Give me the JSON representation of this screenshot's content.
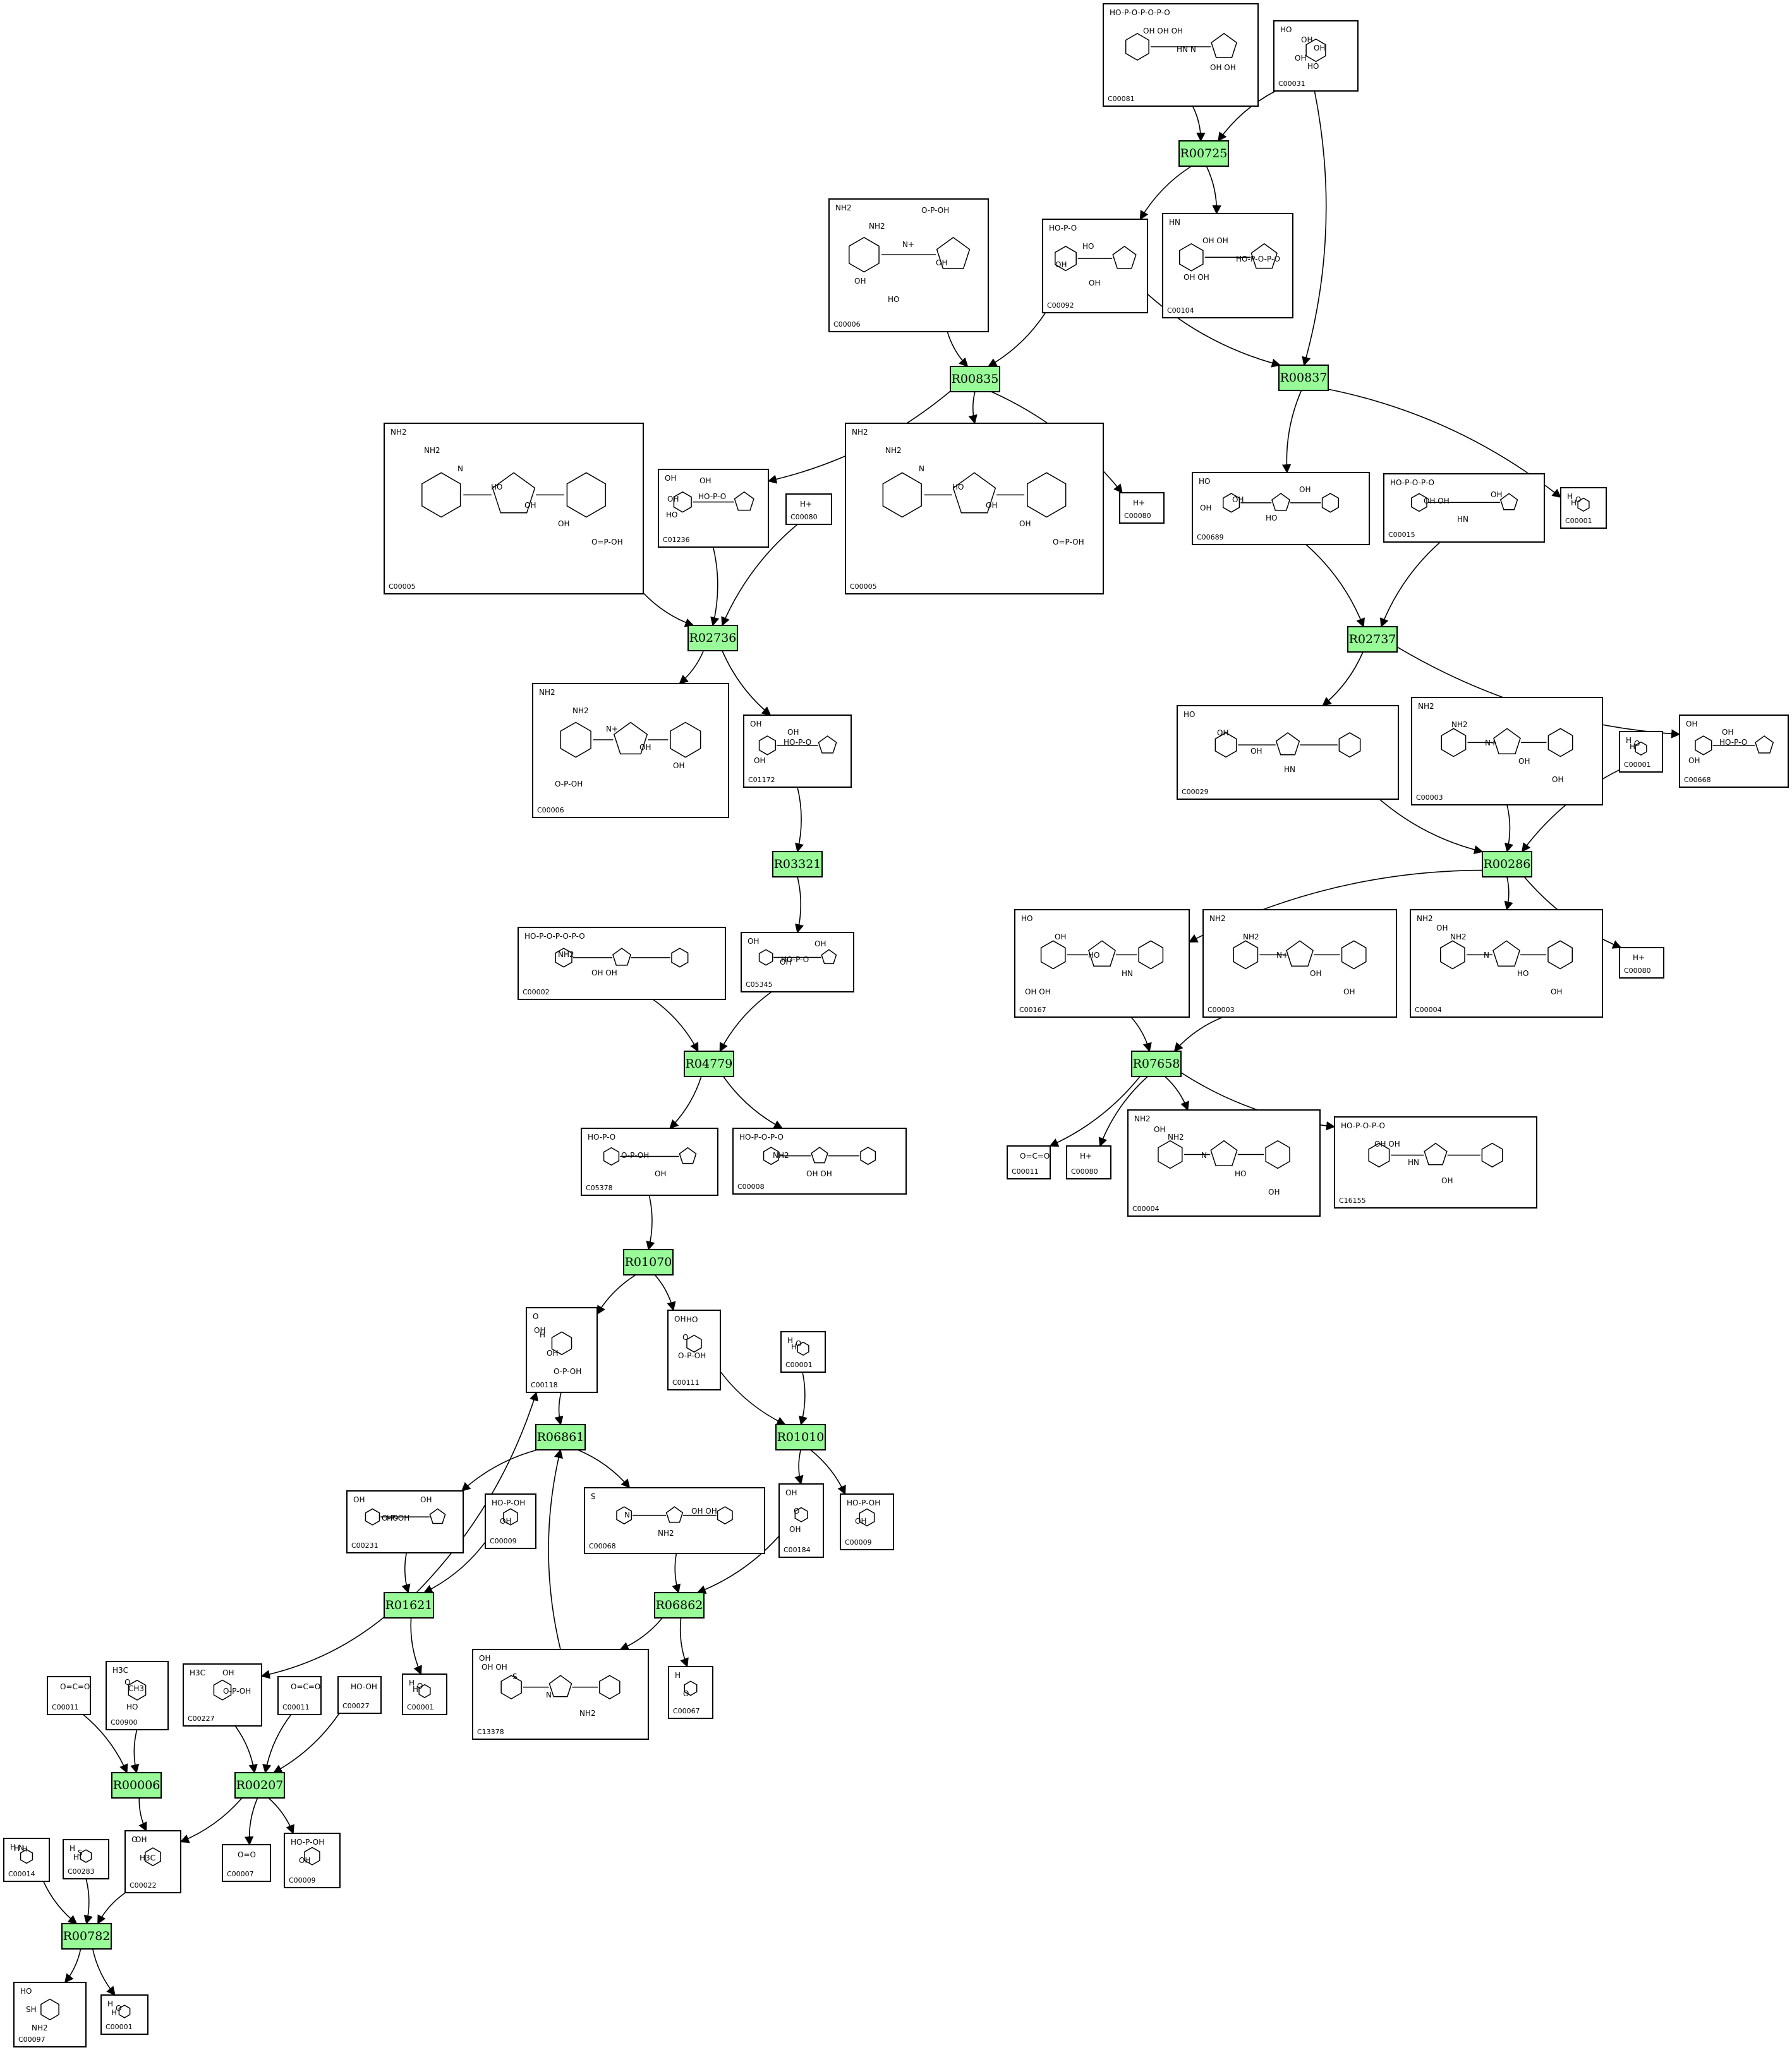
{
  "reactions": [
    {
      "id": "r1",
      "label": "R00725"
    },
    {
      "id": "r2",
      "label": "R00835"
    },
    {
      "id": "r3",
      "label": "R00837"
    },
    {
      "id": "r4",
      "label": "R02736"
    },
    {
      "id": "r5",
      "label": "R02737"
    },
    {
      "id": "r6",
      "label": "R03321"
    },
    {
      "id": "r7",
      "label": "R00286"
    },
    {
      "id": "r8",
      "label": "R04779"
    },
    {
      "id": "r9",
      "label": "R07658"
    },
    {
      "id": "r10",
      "label": "R01070"
    },
    {
      "id": "r11",
      "label": "R06861"
    },
    {
      "id": "r12",
      "label": "R01010"
    },
    {
      "id": "r13",
      "label": "R01621"
    },
    {
      "id": "r14",
      "label": "R06862"
    },
    {
      "id": "r15",
      "label": "R00006"
    },
    {
      "id": "r16",
      "label": "R00207"
    },
    {
      "id": "r17",
      "label": "R00782"
    }
  ],
  "compounds": [
    {
      "id": "c1",
      "label": "C00081",
      "atoms": [
        "HO-P-O-P-O-P-O",
        "OH OH OH",
        "HN  N",
        "OH OH"
      ]
    },
    {
      "id": "c2",
      "label": "C00031",
      "atoms": [
        "HO",
        "OH",
        "HO",
        "OH",
        "OH"
      ]
    },
    {
      "id": "c3",
      "label": "C00006",
      "atoms": [
        "NH2",
        "NH2",
        "N+",
        "OH",
        "OH",
        "HO",
        "O-P-OH"
      ]
    },
    {
      "id": "c4",
      "label": "C00092",
      "atoms": [
        "HO-P-O",
        "HO",
        "OH",
        "OH"
      ]
    },
    {
      "id": "c5",
      "label": "C00104",
      "atoms": [
        "HN",
        "OH OH",
        "HO-P-O-P-O",
        "OH OH"
      ]
    },
    {
      "id": "c6",
      "label": "C00005",
      "atoms": [
        "NH2",
        "NH2",
        "N",
        "HO",
        "OH",
        "OH",
        "O=P-OH"
      ]
    },
    {
      "id": "c7",
      "label": "C01236",
      "atoms": [
        "OH",
        "HO-P-O",
        "HO",
        "OH",
        "OH"
      ]
    },
    {
      "id": "c8",
      "label": "C00080",
      "atoms": [
        "H+"
      ]
    },
    {
      "id": "c9",
      "label": "C00005",
      "atoms": [
        "NH2",
        "NH2",
        "N",
        "HO",
        "OH",
        "OH",
        "O=P-OH"
      ]
    },
    {
      "id": "c10",
      "label": "C00080",
      "atoms": [
        "H+"
      ]
    },
    {
      "id": "c11",
      "label": "C00689",
      "atoms": [
        "HO",
        "OH",
        "HO",
        "OH",
        "OH"
      ]
    },
    {
      "id": "c12",
      "label": "C00015",
      "atoms": [
        "HO-P-O-P-O",
        "OH OH",
        "HN",
        "OH"
      ]
    },
    {
      "id": "c13",
      "label": "C00001",
      "atoms": [
        "H",
        "O",
        "H"
      ]
    },
    {
      "id": "c14",
      "label": "C00006",
      "atoms": [
        "NH2",
        "NH2",
        "N+",
        "OH",
        "OH",
        "O-P-OH"
      ]
    },
    {
      "id": "c15",
      "label": "C01172",
      "atoms": [
        "OH",
        "HO-P-O",
        "OH",
        "OH"
      ]
    },
    {
      "id": "c16",
      "label": "C00029",
      "atoms": [
        "HO",
        "OH",
        "OH",
        "HN"
      ]
    },
    {
      "id": "c17",
      "label": "C00003",
      "atoms": [
        "NH2",
        "NH2",
        "N+",
        "OH",
        "OH"
      ]
    },
    {
      "id": "c18",
      "label": "C00001",
      "atoms": [
        "H",
        "O",
        "H"
      ]
    },
    {
      "id": "c19",
      "label": "C00668",
      "atoms": [
        "OH",
        "HO-P-O",
        "OH",
        "OH"
      ]
    },
    {
      "id": "c20",
      "label": "C00002",
      "atoms": [
        "HO-P-O-P-O-P-O",
        "NH2",
        "OH OH"
      ]
    },
    {
      "id": "c21",
      "label": "C05345",
      "atoms": [
        "OH",
        "HO-P-O",
        "OH",
        "OH"
      ]
    },
    {
      "id": "c22",
      "label": "C00167",
      "atoms": [
        "HO",
        "OH",
        "HO",
        "HN",
        "OH OH"
      ]
    },
    {
      "id": "c23",
      "label": "C00003",
      "atoms": [
        "NH2",
        "NH2",
        "N+",
        "OH",
        "OH"
      ]
    },
    {
      "id": "c24",
      "label": "C00004",
      "atoms": [
        "NH2",
        "NH2",
        "N",
        "HO",
        "OH",
        "OH"
      ]
    },
    {
      "id": "c25",
      "label": "C00080",
      "atoms": [
        "H+"
      ]
    },
    {
      "id": "c26",
      "label": "C05378",
      "atoms": [
        "HO-P-O",
        "O-P-OH",
        "OH"
      ]
    },
    {
      "id": "c27",
      "label": "C00008",
      "atoms": [
        "HO-P-O-P-O",
        "NH2",
        "OH OH"
      ]
    },
    {
      "id": "c28",
      "label": "C00011",
      "atoms": [
        "O=C=O"
      ]
    },
    {
      "id": "c29",
      "label": "C00080",
      "atoms": [
        "H+"
      ]
    },
    {
      "id": "c30",
      "label": "C00004",
      "atoms": [
        "NH2",
        "NH2",
        "N",
        "HO",
        "OH",
        "OH"
      ]
    },
    {
      "id": "c31",
      "label": "C16155",
      "atoms": [
        "HO-P-O-P-O",
        "OH OH",
        "HN",
        "OH"
      ]
    },
    {
      "id": "c32",
      "label": "C00118",
      "atoms": [
        "O",
        "H",
        "OH",
        "O-P-OH",
        "OH"
      ]
    },
    {
      "id": "c33",
      "label": "C00111",
      "atoms": [
        "OH",
        "O",
        "O-P-OH",
        "HO"
      ]
    },
    {
      "id": "c34",
      "label": "C00001",
      "atoms": [
        "H",
        "O",
        "H"
      ]
    },
    {
      "id": "c35",
      "label": "C00231",
      "atoms": [
        "OH",
        "HO",
        "OH",
        "O-P-OH"
      ]
    },
    {
      "id": "c36",
      "label": "C00009",
      "atoms": [
        "HO-P-OH",
        "OH"
      ]
    },
    {
      "id": "c37",
      "label": "C00068",
      "atoms": [
        "S",
        "N",
        "NH2",
        "OH OH"
      ]
    },
    {
      "id": "c38",
      "label": "C00184",
      "atoms": [
        "OH",
        "O",
        "OH"
      ]
    },
    {
      "id": "c39",
      "label": "C00009",
      "atoms": [
        "HO-P-OH",
        "OH"
      ]
    },
    {
      "id": "c40",
      "label": "C00011",
      "atoms": [
        "O=C=O"
      ]
    },
    {
      "id": "c41",
      "label": "C00900",
      "atoms": [
        "H3C",
        "CH3",
        "HO",
        "O"
      ]
    },
    {
      "id": "c42",
      "label": "C00227",
      "atoms": [
        "H3C",
        "O-P-OH",
        "OH"
      ]
    },
    {
      "id": "c43",
      "label": "C00011",
      "atoms": [
        "O=C=O"
      ]
    },
    {
      "id": "c44",
      "label": "C00027",
      "atoms": [
        "HO-OH"
      ]
    },
    {
      "id": "c45",
      "label": "C00001",
      "atoms": [
        "H",
        "O",
        "H"
      ]
    },
    {
      "id": "c46",
      "label": "C13378",
      "atoms": [
        "OH",
        "S",
        "N",
        "NH2",
        "OH OH"
      ]
    },
    {
      "id": "c47",
      "label": "C00067",
      "atoms": [
        "H",
        "O"
      ]
    },
    {
      "id": "c48",
      "label": "C00014",
      "atoms": [
        "H",
        "N",
        "H",
        "H"
      ]
    },
    {
      "id": "c49",
      "label": "C00283",
      "atoms": [
        "H",
        "S",
        "H"
      ]
    },
    {
      "id": "c50",
      "label": "C00022",
      "atoms": [
        "O",
        "H3C",
        "OH"
      ]
    },
    {
      "id": "c51",
      "label": "C00007",
      "atoms": [
        "O=O"
      ]
    },
    {
      "id": "c52",
      "label": "C00009",
      "atoms": [
        "HO-P-OH",
        "OH"
      ]
    },
    {
      "id": "c53",
      "label": "C00097",
      "atoms": [
        "HO",
        "SH",
        "NH2"
      ]
    },
    {
      "id": "c54",
      "label": "C00001",
      "atoms": [
        "H",
        "O",
        "H"
      ]
    }
  ]
}
